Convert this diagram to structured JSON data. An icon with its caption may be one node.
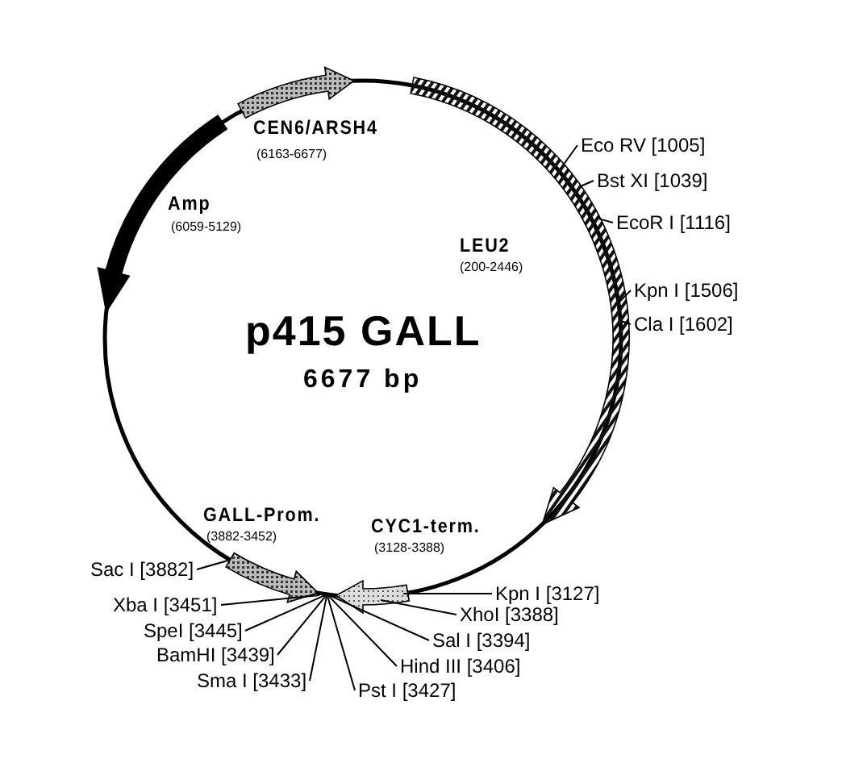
{
  "diagram": {
    "title": "p415 GALL",
    "nodes": [
      {
        "text": [
          "Eco RV [1005]"
        ]
      },
      {
        "text": [
          "Bst XI [1039]"
        ]
      },
      {
        "text": [
          "EcoR I [1116]"
        ]
      },
      {
        "text": [
          "Kpn I [1506]"
        ]
      },
      {
        "text": [
          "Cla I [1602]"
        ]
      },
      {
        "text": [
          "Sac I [3882]"
        ]
      },
      {
        "text": [
          "Kpn I [3127]"
        ]
      },
      {
        "text": [
          "Xba I [3451]"
        ]
      },
      {
        "text": [
          "XhoI [3388]"
        ]
      },
      {
        "text": [
          "SpeI [3445]"
        ]
      },
      {
        "text": [
          "Sal I [3394]"
        ]
      },
      {
        "text": [
          "BamHI [3439]"
        ]
      },
      {
        "text": [
          "Hind III [3406]"
        ]
      },
      {
        "text": [
          "Sma I [3433]"
        ]
      },
      {
        "text": [
          "Pst I [3427]"
        ]
      }
    ],
    "edges": [
      {
        "from": 0,
        "to": null,
        "arrow": "none"
      },
      {
        "from": 1,
        "to": null,
        "arrow": "none"
      },
      {
        "from": 2,
        "to": null,
        "arrow": "none"
      },
      {
        "from": 3,
        "to": null,
        "arrow": "none"
      },
      {
        "from": 4,
        "to": null,
        "arrow": "none"
      },
      {
        "from": 5,
        "to": null,
        "arrow": "none"
      },
      {
        "from": 6,
        "to": null,
        "arrow": "none"
      },
      {
        "from": 7,
        "to": null,
        "arrow": "none"
      },
      {
        "from": 8,
        "to": null,
        "arrow": "none"
      },
      {
        "from": 9,
        "to": null,
        "arrow": "none"
      },
      {
        "from": 10,
        "to": null,
        "arrow": "none"
      },
      {
        "from": 11,
        "to": null,
        "arrow": "none"
      },
      {
        "from": 12,
        "to": null,
        "arrow": "none"
      },
      {
        "from": 13,
        "to": null,
        "arrow": "none"
      },
      {
        "from": 14,
        "to": null,
        "arrow": "none"
      }
    ],
    "labels": [
      "CEN6/ARSH4",
      "(6163-6677)",
      "Amp",
      "(6059-5129)",
      "LEU2",
      "(200-2446)",
      "6677 bp",
      "GALL-Prom.",
      "(3882-3452)",
      "CYC1-term.",
      "(3128-3388)"
    ]
  }
}
